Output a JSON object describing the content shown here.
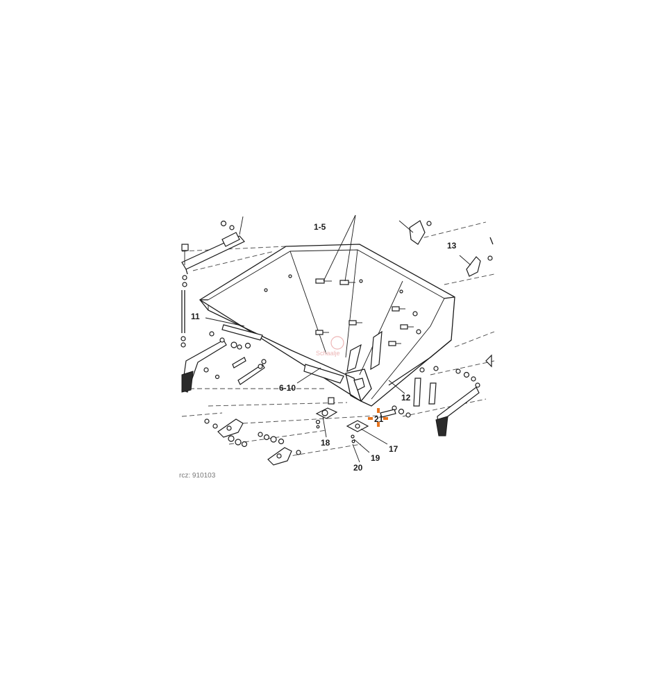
{
  "diagram": {
    "callouts": [
      {
        "id": "c1-5",
        "text": "1-5"
      },
      {
        "id": "c13",
        "text": "13"
      },
      {
        "id": "c11",
        "text": "11"
      },
      {
        "id": "c6-10",
        "text": "6-10"
      },
      {
        "id": "c12",
        "text": "12"
      },
      {
        "id": "c21",
        "text": "21",
        "highlight": true
      },
      {
        "id": "c18",
        "text": "18"
      },
      {
        "id": "c17",
        "text": "17"
      },
      {
        "id": "c19",
        "text": "19"
      },
      {
        "id": "c20",
        "text": "20"
      }
    ],
    "drawing_ref": "rcz: 910103",
    "watermark": "Schaalje",
    "highlight_color": "#e8731c"
  }
}
